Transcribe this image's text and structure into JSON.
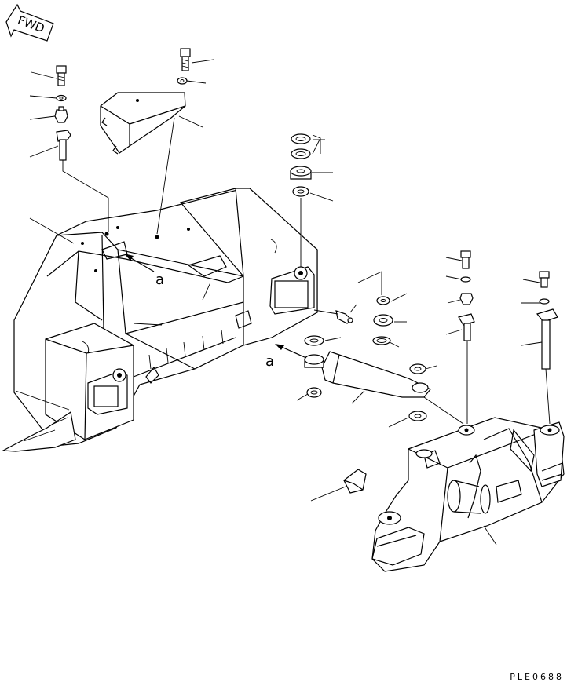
{
  "orientation_tag": {
    "text": "FWD",
    "icon": "forward-arrow-icon"
  },
  "detail_labels": [
    "a",
    "a"
  ],
  "drawing_number": "PLE0688",
  "colors": {
    "ink": "#000000",
    "paper": "#ffffff"
  }
}
